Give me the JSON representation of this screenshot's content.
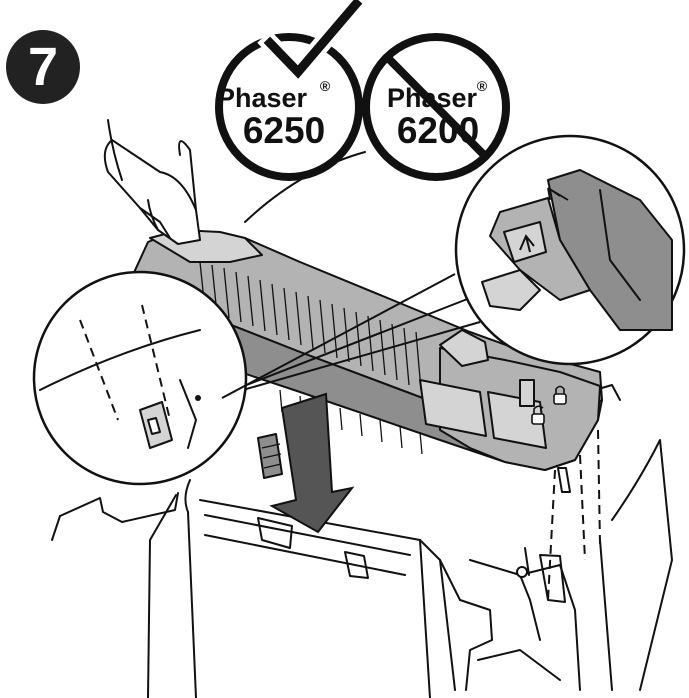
{
  "step": {
    "number": "7"
  },
  "badges": [
    {
      "brand": "Phaser",
      "mark": "®",
      "model": "6250",
      "status": "compatible",
      "symbol": "check-icon"
    },
    {
      "brand": "Phaser",
      "mark": "®",
      "model": "6200",
      "status": "not-compatible",
      "symbol": "prohibited-icon"
    }
  ],
  "colors": {
    "ink": "#111111",
    "part_grey": "#b3b3b3",
    "dark_grey": "#8e8e8e",
    "background": "#ffffff"
  },
  "icons": [
    "check-icon",
    "prohibited-icon",
    "down-arrow-icon",
    "up-arrow-icon",
    "lock-icon",
    "unlock-icon",
    "hand-icon"
  ]
}
